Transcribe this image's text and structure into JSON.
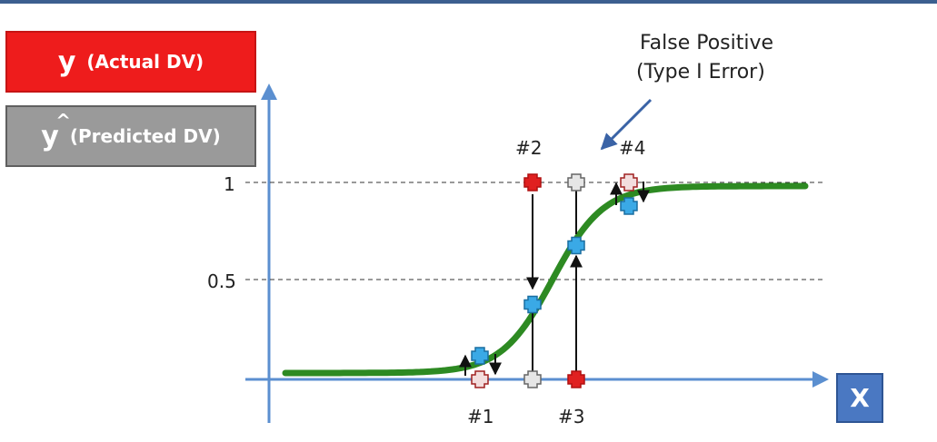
{
  "legend": {
    "actual": {
      "symbol": "y",
      "label": "(Actual DV)",
      "color": "#ee1c1c"
    },
    "predicted": {
      "symbol": "y",
      "label": "(Predicted DV)",
      "color": "#9a9a9a"
    }
  },
  "axis": {
    "x_label": "X",
    "y_ticks": [
      "1",
      "0.5"
    ]
  },
  "annotation": {
    "line1": "False Positive",
    "line2": "(Type I Error)"
  },
  "points": [
    {
      "label": "#1",
      "actual": 0,
      "predicted": 0,
      "prob": 0.12
    },
    {
      "label": "#2",
      "actual": 1,
      "predicted": 0,
      "prob": 0.38
    },
    {
      "label": "#3",
      "actual": 0,
      "predicted": 1,
      "prob": 0.68
    },
    {
      "label": "#4",
      "actual": 1,
      "predicted": 1,
      "prob": 0.88
    }
  ],
  "colors": {
    "curve": "#2d8a22",
    "axis": "#5b8fd0",
    "marker_blue": "#3aa9e6",
    "marker_red": "#e02020",
    "marker_grey": "#e6e6e6"
  }
}
